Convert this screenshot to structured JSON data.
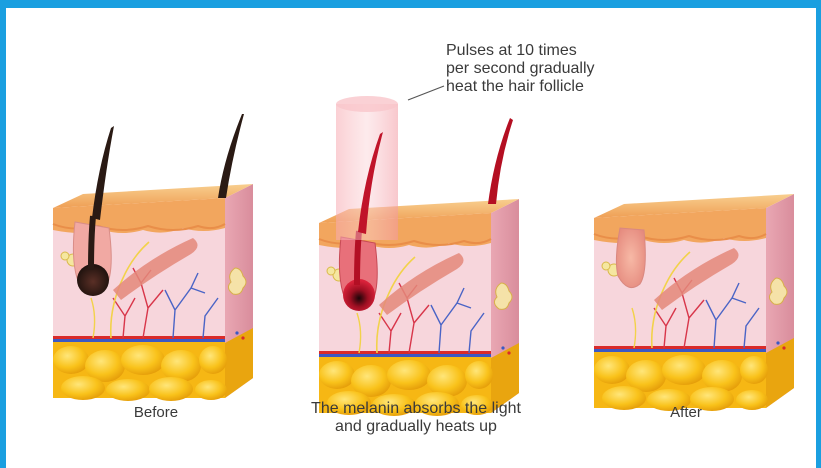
{
  "callout": {
    "lines": [
      "Pulses at 10 times",
      "per second gradually",
      "heat the hair follicle"
    ]
  },
  "panels": [
    {
      "caption_lines": [
        "Before"
      ]
    },
    {
      "caption_lines": [
        "The melanin absorbs the light",
        "and gradually heats up"
      ]
    },
    {
      "caption_lines": [
        "After"
      ]
    }
  ],
  "colors": {
    "frame": "#1a9fe0",
    "skin_top": "#f3b66a",
    "dermis": "#f7d6dc",
    "fat": "#f7c21c",
    "hair_dark": "#2a1a14",
    "hair_heated": "#c0142a",
    "light_beam": "#f4a2aa"
  }
}
